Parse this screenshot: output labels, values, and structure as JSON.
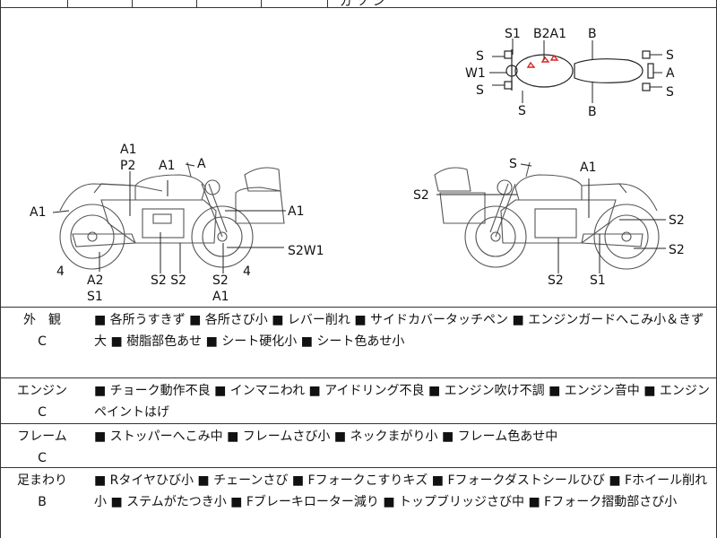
{
  "top_fragment": "ガ ソ ン",
  "diagram": {
    "top_view_labels": {
      "s1": "S1",
      "b2a1": "B2A1",
      "b_top": "B",
      "b_bot": "B",
      "s_left_top": "S",
      "w1": "W1",
      "s_left_bot": "S",
      "s_under": "S",
      "s_right_top": "S",
      "a_right": "A",
      "s_right_bot": "S"
    },
    "left_view_labels": {
      "a1_top": "A1",
      "p2": "P2",
      "a1_tank": "A1",
      "a_mirror": "A",
      "a1_rear": "A1",
      "a1_front": "A1",
      "s2w1": "S2W1",
      "n4_left": "4",
      "n4_right": "4",
      "a2": "A2",
      "s1_bottom": "S1",
      "s2s2": "S2 S2",
      "s2_bottom": "S2",
      "a1_bottom": "A1"
    },
    "right_view_labels": {
      "s_mirror": "S",
      "a1_tank": "A1",
      "s2_box": "S2",
      "s2_front": "S2",
      "s2_wheel": "S2",
      "s2_bottom": "S2",
      "s1_bottom": "S1"
    }
  },
  "condition_rows": [
    {
      "name": "外　観",
      "grade": "C",
      "desc": "■ 各所うすきず ■ 各所さび小 ■ レバー削れ ■ サイドカバータッチペン ■ エンジンガードへこみ小＆きず大 ■ 樹脂部色あせ ■ シート硬化小 ■ シート色あせ小"
    },
    {
      "name": "エンジン",
      "grade": "C",
      "desc": "■ チョーク動作不良 ■ インマニわれ ■ アイドリング不良 ■ エンジン吹け不調 ■ エンジン音中 ■ エンジンペイントはげ"
    },
    {
      "name": "フレーム",
      "grade": "C",
      "desc": "■ ストッパーへこみ中 ■ フレームさび小 ■ ネックまがり小 ■ フレーム色あせ中"
    },
    {
      "name": "足まわり",
      "grade": "B",
      "desc": "■ Rタイヤひび小 ■ チェーンさび ■ Fフォークこすりキズ ■ Fフォークダストシールひび ■ Fホイール削れ小 ■ ステムがたつき小 ■ Fブレーキローター減り ■ トップブリッジさび中 ■ Fフォーク摺動部さび小"
    }
  ]
}
